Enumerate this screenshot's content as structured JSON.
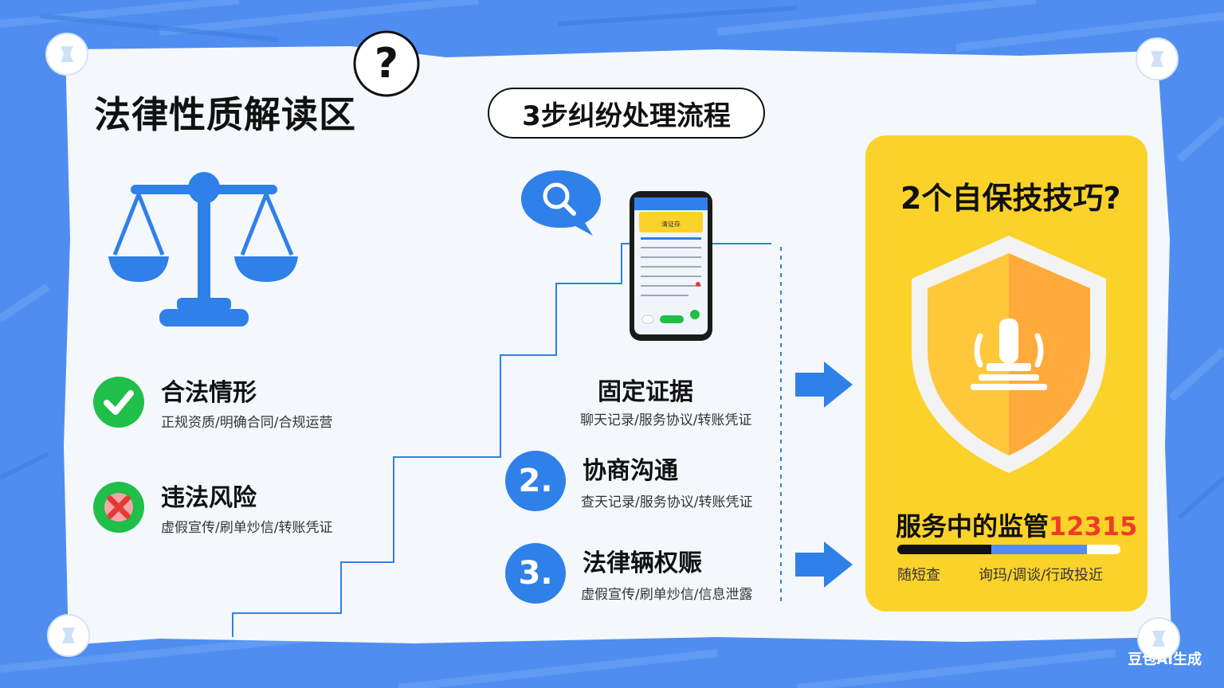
{
  "left_panel": {
    "title": "法律性质解读区",
    "legal": {
      "title": "合法情形",
      "desc": "正规资质/明确合同/合规运营"
    },
    "illegal": {
      "title": "违法风险",
      "desc": "虚假宣传/刷单炒信/转账凭证"
    }
  },
  "flow": {
    "title": "3步纠纷处理流程",
    "phone_header": "清证存",
    "steps": [
      {
        "num": "",
        "title": "固定证据",
        "desc": "聊天记录/服务协议/转账凭证"
      },
      {
        "num": "2.",
        "title": "协商沟通",
        "desc": "查天记录/服务协议/转账凭证"
      },
      {
        "num": "3.",
        "title": "法律辆权赈",
        "desc": "虚假宣传/刷单炒信/信息泄露"
      }
    ]
  },
  "tips_card": {
    "title": "2个自保技技巧?",
    "monitor_label": "服务中的监管",
    "monitor_number": "12315",
    "progress_black": 0.42,
    "progress_blue": 0.43,
    "left_text": "随短查",
    "right_text": "询玛/调谈/行政投近"
  },
  "watermark": "豆包AI生成",
  "colors": {
    "accent_blue": "#2f80e8",
    "card_yellow": "#fbd22a",
    "alert_red": "#ef3b2a",
    "ok_green": "#1fbf4a"
  }
}
